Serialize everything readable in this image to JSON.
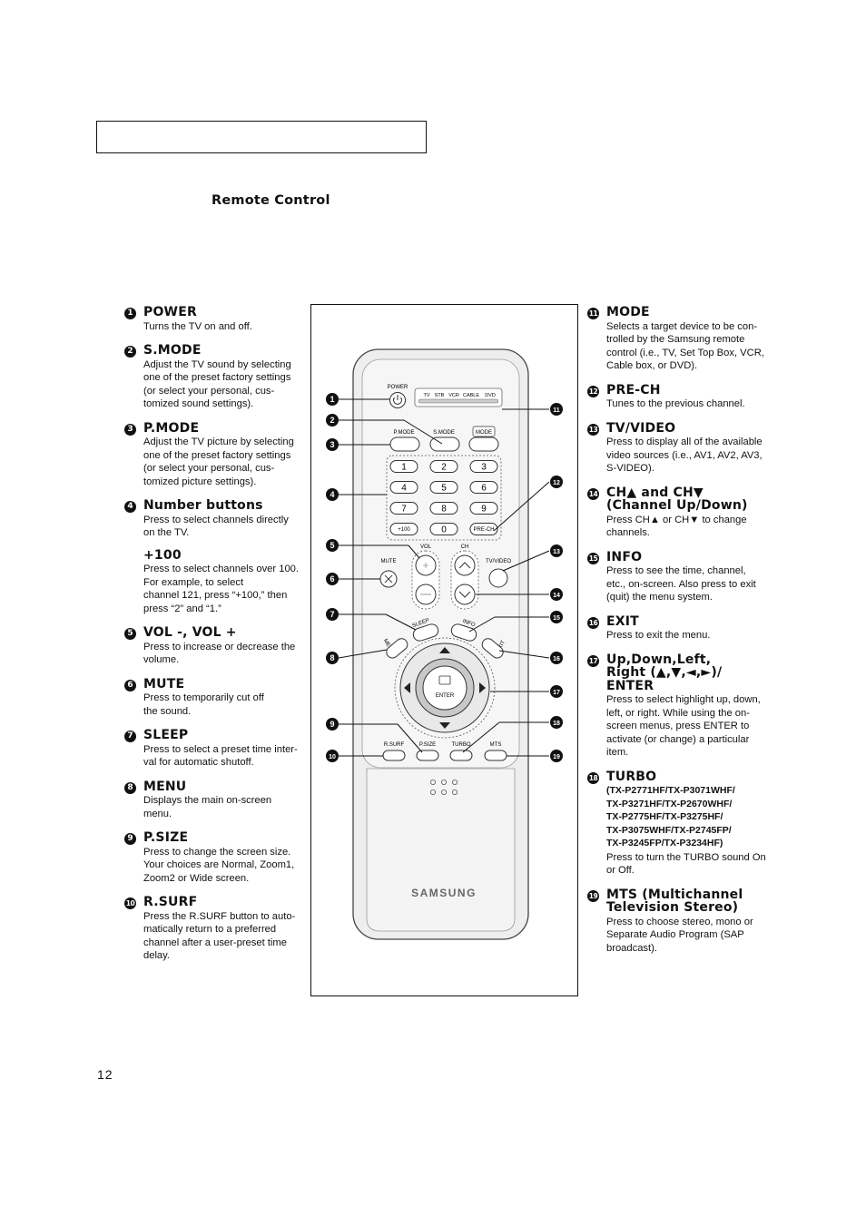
{
  "header": {
    "section_title": "Remote Control"
  },
  "left_items": [
    {
      "num": "1",
      "title": "POWER",
      "desc": "Turns the TV on and off."
    },
    {
      "num": "2",
      "title": "S.MODE",
      "desc": "Adjust the TV sound by selecting\none of the preset factory settings\n(or select your personal, cus-\ntomized sound settings)."
    },
    {
      "num": "3",
      "title": "P.MODE",
      "desc": "Adjust the TV picture by selecting\none of the preset factory settings\n(or select your personal, cus-\ntomized picture settings)."
    },
    {
      "num": "4",
      "title": "Number buttons",
      "desc": "Press to select channels directly\non the TV.",
      "sub_title": "+100",
      "sub_desc": "Press to select channels over 100.\nFor example, to select\nchannel 121, press “+100,” then\npress “2” and “1.”"
    },
    {
      "num": "5",
      "title": "VOL -, VOL +",
      "desc": "Press to increase or decrease the\nvolume."
    },
    {
      "num": "6",
      "title": "MUTE",
      "desc": "Press to temporarily cut off\nthe sound."
    },
    {
      "num": "7",
      "title": "SLEEP",
      "desc": "Press to select a preset time inter-\nval for automatic shutoff."
    },
    {
      "num": "8",
      "title": "MENU",
      "desc": "Displays the main on-screen\nmenu."
    },
    {
      "num": "9",
      "title": "P.SIZE",
      "desc": "Press to change the screen size.\nYour choices are Normal, Zoom1,\nZoom2 or Wide screen."
    },
    {
      "num": "10",
      "title": "R.SURF",
      "desc": "Press the R.SURF button to auto-\nmatically return to a preferred\nchannel after a user-preset time\ndelay."
    }
  ],
  "right_items": [
    {
      "num": "11",
      "title": "MODE",
      "desc": "Selects a target device to be con-\ntrolled by the Samsung remote\ncontrol (i.e., TV, Set Top Box, VCR,\nCable box, or DVD)."
    },
    {
      "num": "12",
      "title": "PRE-CH",
      "desc": "Tunes to the previous channel."
    },
    {
      "num": "13",
      "title": "TV/VIDEO",
      "desc": "Press to display all of the available\nvideo sources (i.e., AV1, AV2, AV3,\nS-VIDEO)."
    },
    {
      "num": "14",
      "title": "CH▲ and CH▼\n(Channel Up/Down)",
      "desc": "Press CH▲ or CH▼ to change\nchannels."
    },
    {
      "num": "15",
      "title": "INFO",
      "desc": "Press to see the time, channel,\netc., on-screen. Also press to exit\n(quit) the menu system."
    },
    {
      "num": "16",
      "title": "EXIT",
      "desc": "Press to exit the menu."
    },
    {
      "num": "17",
      "title": "Up,Down,Left,\nRight (▲,▼,◄,►)/\nENTER",
      "desc": "Press to select highlight up, down,\nleft, or right. While using the on-\nscreen menus, press ENTER to\nactivate (or change) a particular\nitem."
    },
    {
      "num": "18",
      "title": "TURBO",
      "models": "(TX-P2771HF/TX-P3071WHF/\nTX-P3271HF/TX-P2670WHF/\nTX-P2775HF/TX-P3275HF/\nTX-P3075WHF/TX-P2745FP/\nTX-P3245FP/TX-P3234HF)",
      "desc": "Press to turn the TURBO sound On\nor Off."
    },
    {
      "num": "19",
      "title": "MTS (Multichannel\nTelevision Stereo)",
      "desc": "Press to choose stereo, mono or\nSeparate Audio Program (SAP\nbroadcast)."
    }
  ],
  "remote": {
    "power": "POWER",
    "modes": [
      "TV",
      "STB",
      "VCR",
      "CABLE",
      "DVD"
    ],
    "pmode": "P.MODE",
    "smode": "S.MODE",
    "mode": "MODE",
    "digits": [
      "1",
      "2",
      "3",
      "4",
      "5",
      "6",
      "7",
      "8",
      "9",
      "+100",
      "0",
      "PRE-CH"
    ],
    "vol": "VOL",
    "ch": "CH",
    "mute": "MUTE",
    "tvvideo": "TV/VIDEO",
    "sleep": "SLEEP",
    "info": "INFO",
    "menu": "MENU",
    "exit": "EXIT",
    "enter": "ENTER",
    "rsurf": "R.SURF",
    "psize": "P.SIZE",
    "turbo": "TURBO",
    "mts": "MTS",
    "brand": "SAMSUNG",
    "callouts": [
      "1",
      "2",
      "3",
      "4",
      "5",
      "6",
      "7",
      "8",
      "9",
      "10",
      "11",
      "12",
      "13",
      "14",
      "15",
      "16",
      "17",
      "18",
      "19"
    ]
  },
  "footer": {
    "page_number": "12"
  }
}
